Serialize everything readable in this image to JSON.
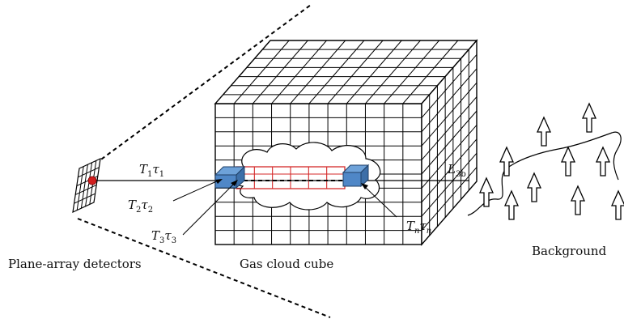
{
  "labels": {
    "detectors": "Plane-array detectors",
    "cube": "Gas cloud cube",
    "background": "Background"
  },
  "math_labels": {
    "t1": {
      "main": "T",
      "sub1": "1",
      "greek": "τ",
      "sub2": "1"
    },
    "t2": {
      "main": "T",
      "sub1": "2",
      "greek": "τ",
      "sub2": "2"
    },
    "t3": {
      "main": "T",
      "sub1": "3",
      "greek": "τ",
      "sub2": "3"
    },
    "tn": {
      "main": "T",
      "sub1": "n",
      "greek": "τ",
      "sub2": "n"
    },
    "l3b": {
      "main": "L",
      "sub1": "3b"
    }
  },
  "colors": {
    "line": "#000000",
    "cell_fill": "#4f87c7",
    "cell_stroke": "#1f3f66",
    "red_grid": "#d42a2a",
    "detector_dot": "#d11e1e"
  },
  "icons": {
    "background_marker": "up-arrow-outline-icon"
  }
}
